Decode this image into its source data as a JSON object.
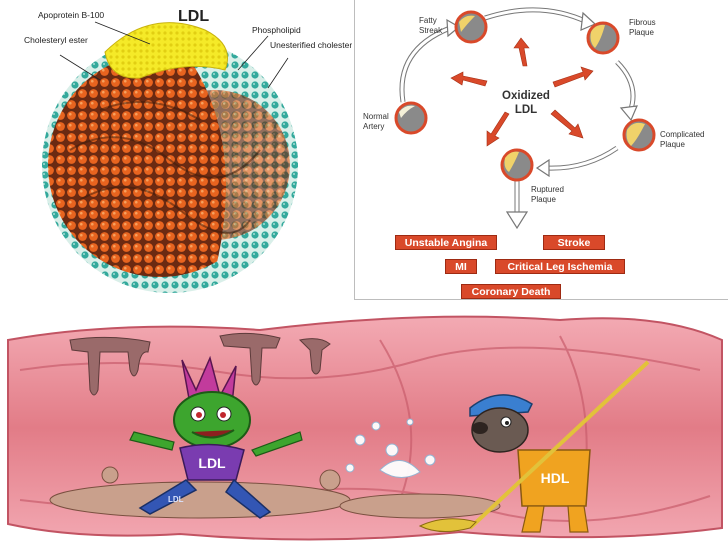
{
  "ldl_illustration": {
    "title": "LDL",
    "labels": {
      "apoprotein": "Apoprotein B-100",
      "phospholipid": "Phospholipid",
      "cholesteryl_ester": "Cholesteryl ester",
      "unesterified_cholesterol": "Unesterified cholesterol"
    },
    "colors": {
      "core": "#e0561c",
      "shell": "#2aa79b",
      "apoprotein": "#f2e21a"
    }
  },
  "atherosclerosis_diagram": {
    "center_label_line1": "Oxidized",
    "center_label_line2": "LDL",
    "stages": {
      "fatty_streak": [
        "Fatty",
        "Streak"
      ],
      "fibrous_plaque": [
        "Fibrous",
        "Plaque"
      ],
      "normal_artery": [
        "Normal",
        "Artery"
      ],
      "complicated_plaque": [
        "Complicated",
        "Plaque"
      ],
      "ruptured_plaque": [
        "Ruptured",
        "Plaque"
      ]
    },
    "outcomes": {
      "unstable_angina": "Unstable Angina",
      "stroke": "Stroke",
      "mi": "MI",
      "critical_leg_ischemia": "Critical Leg Ischemia",
      "coronary_death": "Coronary Death"
    },
    "colors": {
      "arrow": "#d9492a",
      "outcome_box": "#d9492a",
      "ring": "#d9492a"
    }
  },
  "cartoon": {
    "villain_shirt_text": "LDL",
    "villain_pants_text": "LDL",
    "hero_shirt_text": "HDL",
    "colors": {
      "artery_wall": "#e07f88",
      "villain": "#3da52e",
      "hero": "#f0a320",
      "cap": "#3a7fd0"
    }
  }
}
